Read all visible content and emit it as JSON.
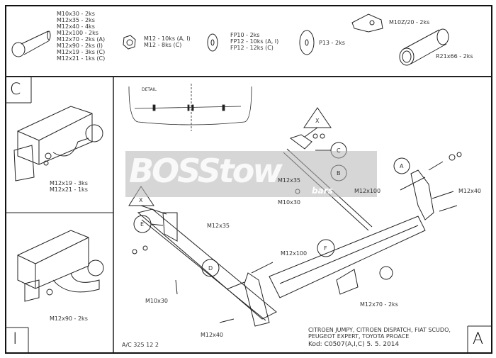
{
  "parts": {
    "bolts": [
      "M10x30 - 2ks",
      "M12x35 - 2ks",
      "M12x40 - 4ks",
      "M12x100 - 2ks",
      "M12x70 - 2ks (A)",
      "M12x90 - 2ks (I)",
      "M12x19 - 3ks (C)",
      "M12x21 - 1ks (C)"
    ],
    "nuts": [
      "M12 - 10ks (A, I)",
      "M12 - 8ks (C)"
    ],
    "washers": [
      "FP10 - 2ks",
      "FP12 - 10ks (A, I)",
      "FP12 - 12ks (C)"
    ],
    "washer_large": "P13 - 2ks",
    "clip": "M10Z/20 - 2ks",
    "tube": "R21x66 - 2ks"
  },
  "variant_c": {
    "letter": "C",
    "labels": [
      "M12x19 - 3ks",
      "M12x21 - 1ks"
    ]
  },
  "variant_i": {
    "letter": "I",
    "labels": [
      "M12x90 - 2ks"
    ]
  },
  "detail": {
    "title": "DETAIL"
  },
  "callouts": [
    "X",
    "C",
    "B",
    "A",
    "X",
    "E",
    "D",
    "F"
  ],
  "main_labels": {
    "m12x35_top": "M12x35",
    "m10x30_top": "M10x30",
    "m12x100_right": "M12x100",
    "m12x40_right": "M12x40",
    "m12x35_left": "M12x35",
    "m12x100_mid": "M12x100",
    "m10x30_left": "M10x30",
    "m12x40_bottom": "M12x40",
    "m12x70": "M12x70 - 2ks"
  },
  "watermark": {
    "text": "BOSStow",
    "sub": "bars"
  },
  "drawing_number": "A/C 325 12 2",
  "title_block": {
    "vehicles_line1": "CITROEN JUMPY, CITROEN DISPATCH, FIAT SCUDO,",
    "vehicles_line2": "PEUGEOT EXPERT, TOYOTA PROACE",
    "code": "Kod: C0507(A,I,C)  5. 5. 2014",
    "variant": "A"
  }
}
